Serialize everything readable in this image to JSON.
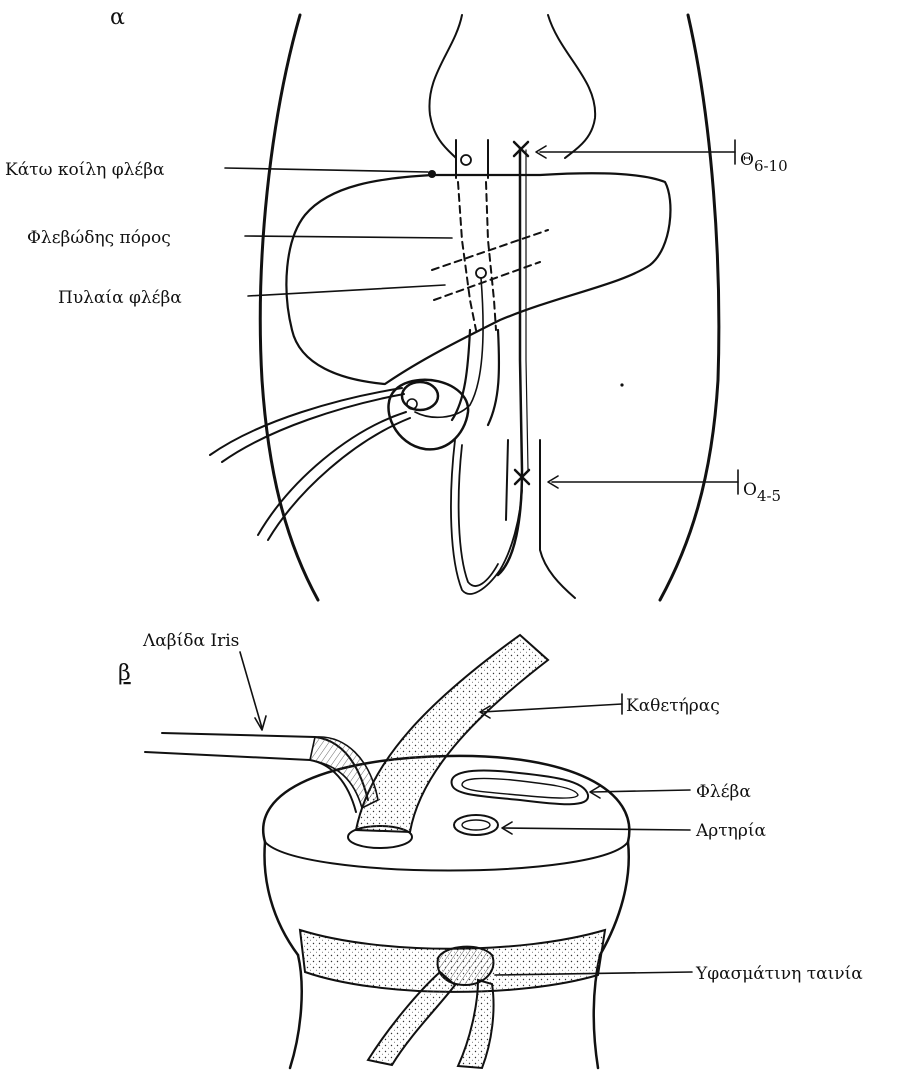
{
  "panel_a": {
    "letter": "α",
    "labels": {
      "ivc": "Κάτω κοίλη φλέβα",
      "ductus": "Φλεβώδης πόρος",
      "portal": "Πυλαία φλέβα",
      "t_main": "Θ",
      "t_sub": "6-10",
      "o_main": "Ο",
      "o_sub": "4-5"
    }
  },
  "panel_b": {
    "letter": "β",
    "labels": {
      "iris": "Λαβίδα Iris",
      "catheter": "Καθετήρας",
      "vein": "Φλέβα",
      "artery": "Αρτηρία",
      "tape": "Υφασμάτινη ταινία"
    }
  },
  "colors": {
    "ink": "#111111",
    "background": "#ffffff"
  }
}
